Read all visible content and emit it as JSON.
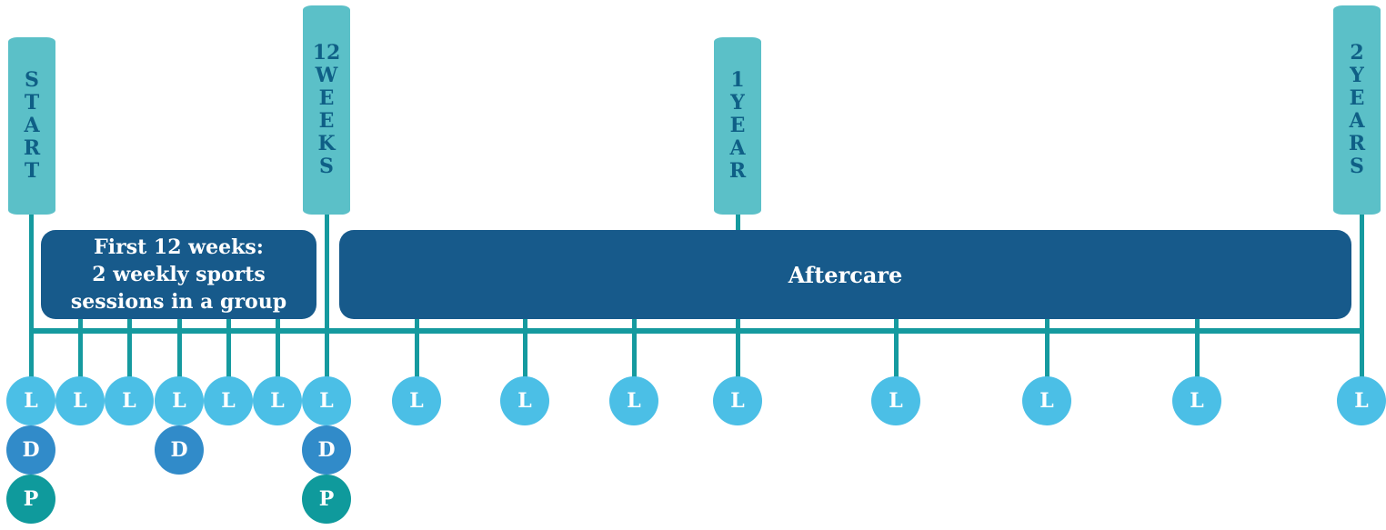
{
  "colors": {
    "tag": "#5bc0c8",
    "tag_text": "#0f5f86",
    "line": "#159a9f",
    "band": "#175a8b",
    "L": "#4bbfe6",
    "D": "#318bc9",
    "P": "#0f9a9c"
  },
  "milestones": [
    {
      "id": "start",
      "chars": [
        "S",
        "T",
        "A",
        "R",
        "T"
      ]
    },
    {
      "id": "12-weeks",
      "chars": [
        "12",
        "W",
        "E",
        "E",
        "K",
        "S"
      ]
    },
    {
      "id": "1-year",
      "chars": [
        "1",
        "Y",
        "E",
        "A",
        "R"
      ]
    },
    {
      "id": "2-years",
      "chars": [
        "2",
        "Y",
        "E",
        "A",
        "R",
        "S"
      ]
    }
  ],
  "bands": {
    "first": "First 12 weeks:\n2 weekly sports\nsessions in a group",
    "aftercare": "Aftercare"
  },
  "nodes": {
    "L": "L",
    "D": "D",
    "P": "P"
  }
}
